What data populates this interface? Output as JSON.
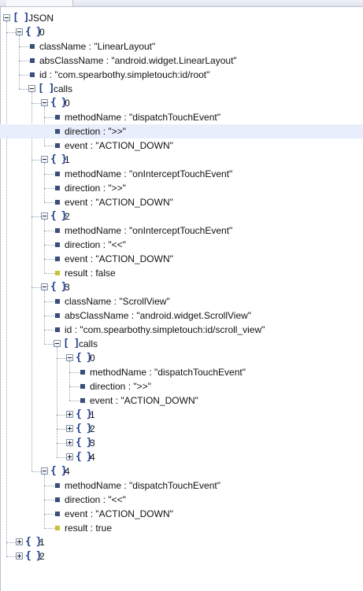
{
  "tree": {
    "root_label": "JSON",
    "rows": [
      {
        "kind": "array",
        "label": "JSON",
        "depth": 0,
        "toggle": "minus"
      },
      {
        "kind": "object",
        "label": "0",
        "depth": 1,
        "toggle": "minus"
      },
      {
        "kind": "field",
        "label": "className : \"LinearLayout\"",
        "depth": 2
      },
      {
        "kind": "field",
        "label": "absClassName : \"android.widget.LinearLayout\"",
        "depth": 2
      },
      {
        "kind": "field",
        "label": "id : \"com.spearbothy.simpletouch:id/root\"",
        "depth": 2
      },
      {
        "kind": "array",
        "label": "calls",
        "depth": 2,
        "toggle": "minus"
      },
      {
        "kind": "object",
        "label": "0",
        "depth": 3,
        "toggle": "minus"
      },
      {
        "kind": "field",
        "label": "methodName : \"dispatchTouchEvent\"",
        "depth": 4
      },
      {
        "kind": "field",
        "label": "direction : \">>\"",
        "depth": 4,
        "highlight": true
      },
      {
        "kind": "field",
        "label": "event : \"ACTION_DOWN\"",
        "depth": 4
      },
      {
        "kind": "object",
        "label": "1",
        "depth": 3,
        "toggle": "minus"
      },
      {
        "kind": "field",
        "label": "methodName : \"onInterceptTouchEvent\"",
        "depth": 4
      },
      {
        "kind": "field",
        "label": "direction : \">>\"",
        "depth": 4
      },
      {
        "kind": "field",
        "label": "event : \"ACTION_DOWN\"",
        "depth": 4
      },
      {
        "kind": "object",
        "label": "2",
        "depth": 3,
        "toggle": "minus"
      },
      {
        "kind": "field",
        "label": "methodName : \"onInterceptTouchEvent\"",
        "depth": 4
      },
      {
        "kind": "field",
        "label": "direction : \"<<\"",
        "depth": 4
      },
      {
        "kind": "field",
        "label": "event : \"ACTION_DOWN\"",
        "depth": 4
      },
      {
        "kind": "bool",
        "label": "result : false",
        "depth": 4
      },
      {
        "kind": "object",
        "label": "3",
        "depth": 3,
        "toggle": "minus"
      },
      {
        "kind": "field",
        "label": "className : \"ScrollView\"",
        "depth": 4
      },
      {
        "kind": "field",
        "label": "absClassName : \"android.widget.ScrollView\"",
        "depth": 4
      },
      {
        "kind": "field",
        "label": "id : \"com.spearbothy.simpletouch:id/scroll_view\"",
        "depth": 4
      },
      {
        "kind": "array",
        "label": "calls",
        "depth": 4,
        "toggle": "minus"
      },
      {
        "kind": "object",
        "label": "0",
        "depth": 5,
        "toggle": "minus"
      },
      {
        "kind": "field",
        "label": "methodName : \"dispatchTouchEvent\"",
        "depth": 6
      },
      {
        "kind": "field",
        "label": "direction : \">>\"",
        "depth": 6
      },
      {
        "kind": "field",
        "label": "event : \"ACTION_DOWN\"",
        "depth": 6
      },
      {
        "kind": "object",
        "label": "1",
        "depth": 5,
        "toggle": "plus"
      },
      {
        "kind": "object",
        "label": "2",
        "depth": 5,
        "toggle": "plus"
      },
      {
        "kind": "object",
        "label": "3",
        "depth": 5,
        "toggle": "plus"
      },
      {
        "kind": "object",
        "label": "4",
        "depth": 5,
        "toggle": "plus"
      },
      {
        "kind": "object",
        "label": "4",
        "depth": 3,
        "toggle": "minus"
      },
      {
        "kind": "field",
        "label": "methodName : \"dispatchTouchEvent\"",
        "depth": 4
      },
      {
        "kind": "field",
        "label": "direction : \"<<\"",
        "depth": 4
      },
      {
        "kind": "field",
        "label": "event : \"ACTION_DOWN\"",
        "depth": 4
      },
      {
        "kind": "bool",
        "label": "result : true",
        "depth": 4
      },
      {
        "kind": "object",
        "label": "1",
        "depth": 1,
        "toggle": "plus"
      },
      {
        "kind": "object",
        "label": "2",
        "depth": 1,
        "toggle": "plus"
      }
    ]
  },
  "icons": {
    "array": "[ ]",
    "object": "{ }"
  },
  "colors": {
    "highlight": "#e8eefb",
    "type_icon": "#1f3f8f",
    "field_bullet": "#3a4f7a",
    "bool_bullet": "#c8c23a"
  }
}
